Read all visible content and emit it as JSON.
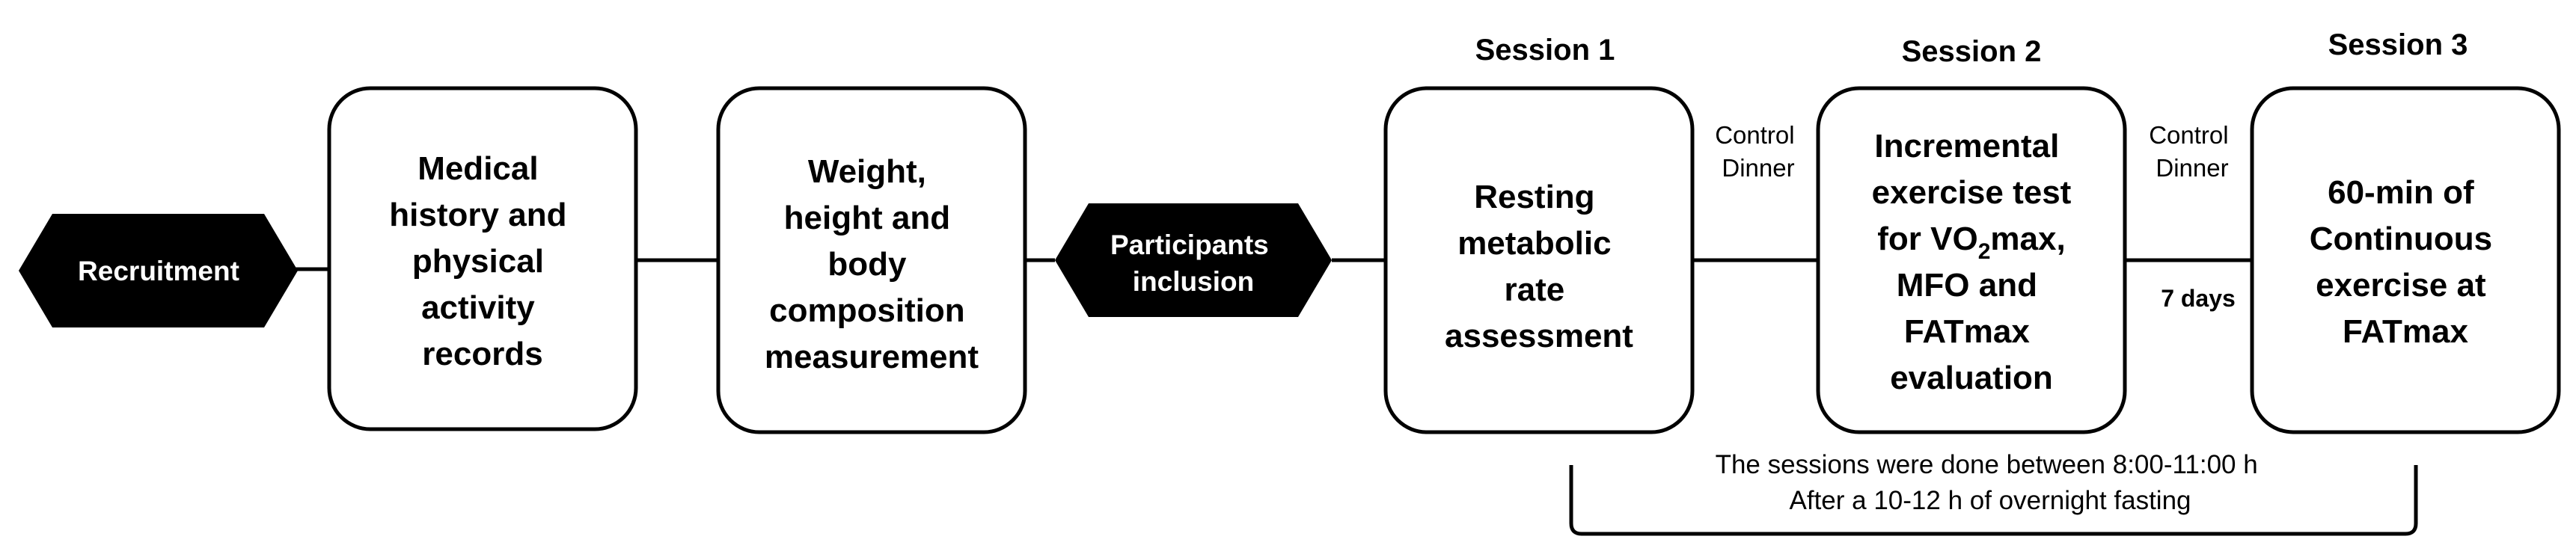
{
  "recruitment": "Recruitment",
  "medical": [
    "Medical",
    "history and",
    "physical",
    "activity",
    "records"
  ],
  "weight": [
    "Weight,",
    "height and",
    "body",
    "composition",
    "measurement"
  ],
  "inclusion": [
    "Participants",
    "inclusion"
  ],
  "session1": {
    "title": "Session 1",
    "box": [
      "Resting",
      "metabolic",
      "rate",
      "assessment"
    ]
  },
  "session2": {
    "title": "Session 2",
    "box": {
      "line1": "Incremental",
      "line2": "exercise test",
      "line3_pre": "for VO",
      "line3_sub": "2",
      "line3_post": "max,",
      "line4": "MFO and",
      "line5": "FATmax",
      "line6": "evaluation"
    }
  },
  "session3": {
    "title": "Session 3",
    "box": [
      "60-min of",
      "Continuous",
      "exercise at",
      "FATmax"
    ]
  },
  "control_dinner_1": [
    "Control",
    "Dinner"
  ],
  "control_dinner_2": [
    "Control",
    "Dinner"
  ],
  "days": "7 days",
  "note": [
    "The sessions were done between 8:00-11:00 h",
    "After a 10-12 h of overnight fasting"
  ]
}
